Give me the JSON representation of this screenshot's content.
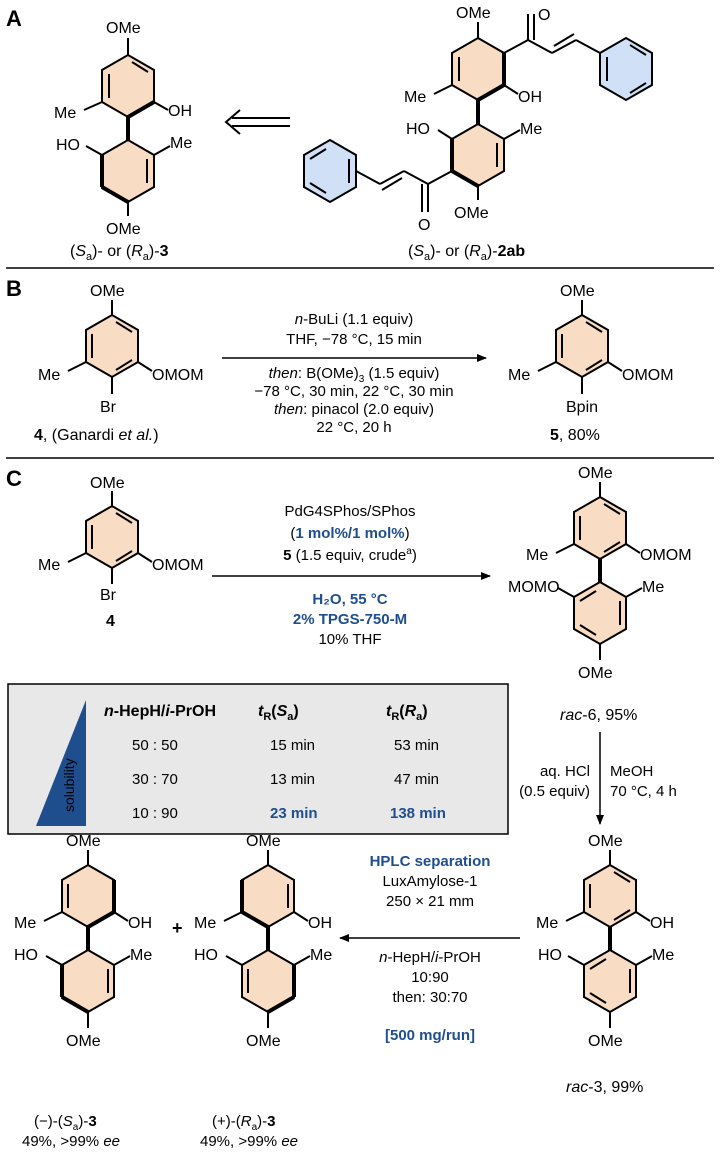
{
  "colors": {
    "ring_fill": "#f8dcc4",
    "phenyl_fill": "#cfe0f7",
    "highlight_text": "#1f4e8f",
    "table_fill": "#e8e8e8",
    "wedge_fill": "#1f4e8f"
  },
  "panels": {
    "a": "A",
    "b": "B",
    "c": "C"
  },
  "labels": {
    "ome": "OMe",
    "me": "Me",
    "oh": "OH",
    "ho": "HO",
    "omom": "OMOM",
    "momo": "MOMO",
    "br": "Br",
    "bpin": "Bpin",
    "o": "O"
  },
  "panel_a": {
    "left_label_pre": "(",
    "s": "S",
    "a": "a",
    "mid": ")- or (",
    "r": "R",
    "post": ")-",
    "cmpd3": "3",
    "cmpd2ab": "2ab"
  },
  "panel_b": {
    "cond1": "n-BuLi (1.1 equiv)",
    "cond2": "THF, −78 °C, 15 min",
    "cond3_then": "then",
    "cond3": ": B(OMe)",
    "cond3_sub": "3",
    "cond3_end": " (1.5 equiv)",
    "cond4": "−78 °C, 30 min, 22 °C, 30 min",
    "cond5_then": "then",
    "cond5": ": pinacol (2.0 equiv)",
    "cond6": "22 °C, 20 h",
    "sm_num": "4",
    "sm_ref": ", (Ganardi ",
    "sm_etal": "et al.",
    "sm_close": ")",
    "prod_num": "5",
    "prod_yield": ", 80%"
  },
  "panel_c": {
    "cond1": "PdG4SPhos/SPhos",
    "cond2": "1 mol%/1 mol%",
    "cond2_open": "(",
    "cond2_close": ")",
    "cond3_num": "5",
    "cond3": " (1.5 equiv, crude",
    "cond3_sup": "a",
    "cond3_close": ")",
    "cond4": "H₂O, 55 °C",
    "cond5": "2% TPGS-750-M",
    "cond6": "10% THF",
    "sm_num": "4",
    "rac6": "rac",
    "rac6_rest": "-6, 95%",
    "deprot_left1": "aq. HCl",
    "deprot_left2": "(0.5 equiv)",
    "deprot_right1": "MeOH",
    "deprot_right2": "70 °C, 4 h",
    "rac3": "rac",
    "rac3_rest": "-3, 99%",
    "hplc1": "HPLC separation",
    "hplc2": "LuxAmylose-1",
    "hplc3": "250 × 21 mm",
    "hplc4": "n-HepH/i-PrOH",
    "hplc5": "10:90",
    "hplc6": "then: 30:70",
    "hplc7": "[500 mg/run]",
    "plus": "+",
    "ent1": "(−)-(",
    "ent1_s": "S",
    "ent1_end": ")-",
    "ent1_num": "3",
    "ent1_yield": "49%, >99% ",
    "ee": "ee",
    "ent2": "(+)-(",
    "ent2_r": "R",
    "ent2_end": ")-",
    "ent2_num": "3",
    "ent2_yield": "49%, >99% "
  },
  "table": {
    "solubility": "solubility",
    "col1_a": "n",
    "col1_b": "-HepH/",
    "col1_c": "i",
    "col1_d": "-PrOH",
    "col2_t": "t",
    "col2_sub": "R",
    "col2_s": "S",
    "col2_a": "a",
    "col3_r": "R",
    "rows": [
      {
        "ratio": "50 : 50",
        "s": "15 min",
        "r": "53 min"
      },
      {
        "ratio": "30 : 70",
        "s": "13 min",
        "r": "47 min"
      },
      {
        "ratio": "10 : 90",
        "s": "23 min",
        "r": "138 min"
      }
    ]
  }
}
